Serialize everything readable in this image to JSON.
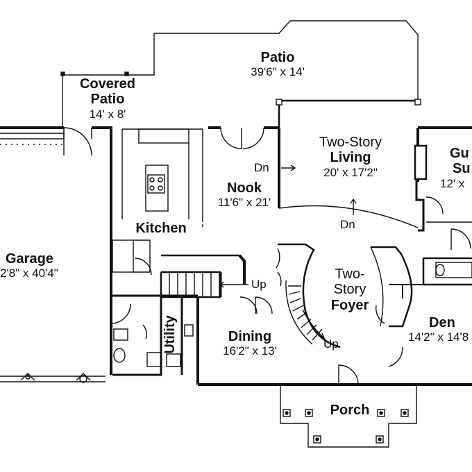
{
  "rooms": {
    "patio": {
      "name": "Patio",
      "dim": "39'6\" x 14'"
    },
    "covered_patio": {
      "line1": "Covered",
      "line2": "Patio",
      "dim": "14' x 8'"
    },
    "living": {
      "line1": "Two-Story",
      "line2": "Living",
      "dim": "20' x 17'2\""
    },
    "guest_suite": {
      "line1": "Gu",
      "line2": "Su",
      "dim": "12' x"
    },
    "nook": {
      "name": "Nook",
      "dim": "11'6\" x 21'"
    },
    "kitchen": {
      "name": "Kitchen"
    },
    "garage": {
      "name": "Garage",
      "dim": "2'8\" x 40'4\""
    },
    "utility": {
      "name": "Utility"
    },
    "foyer": {
      "line1": "Two-",
      "line2": "Story",
      "line3": "Foyer"
    },
    "dining": {
      "name": "Dining",
      "dim": "16'2\" x 13'"
    },
    "den": {
      "name": "Den",
      "dim": "14'2\" x 14'8"
    },
    "porch": {
      "name": "Porch"
    }
  },
  "stair_notes": {
    "dn_living_left": "Dn",
    "dn_living_bottom": "Dn",
    "up_main": "Up",
    "up_foyer": "Up"
  },
  "colors": {
    "line": "#111111",
    "background": "#ffffff",
    "fill_light": "#f2f2f2"
  }
}
